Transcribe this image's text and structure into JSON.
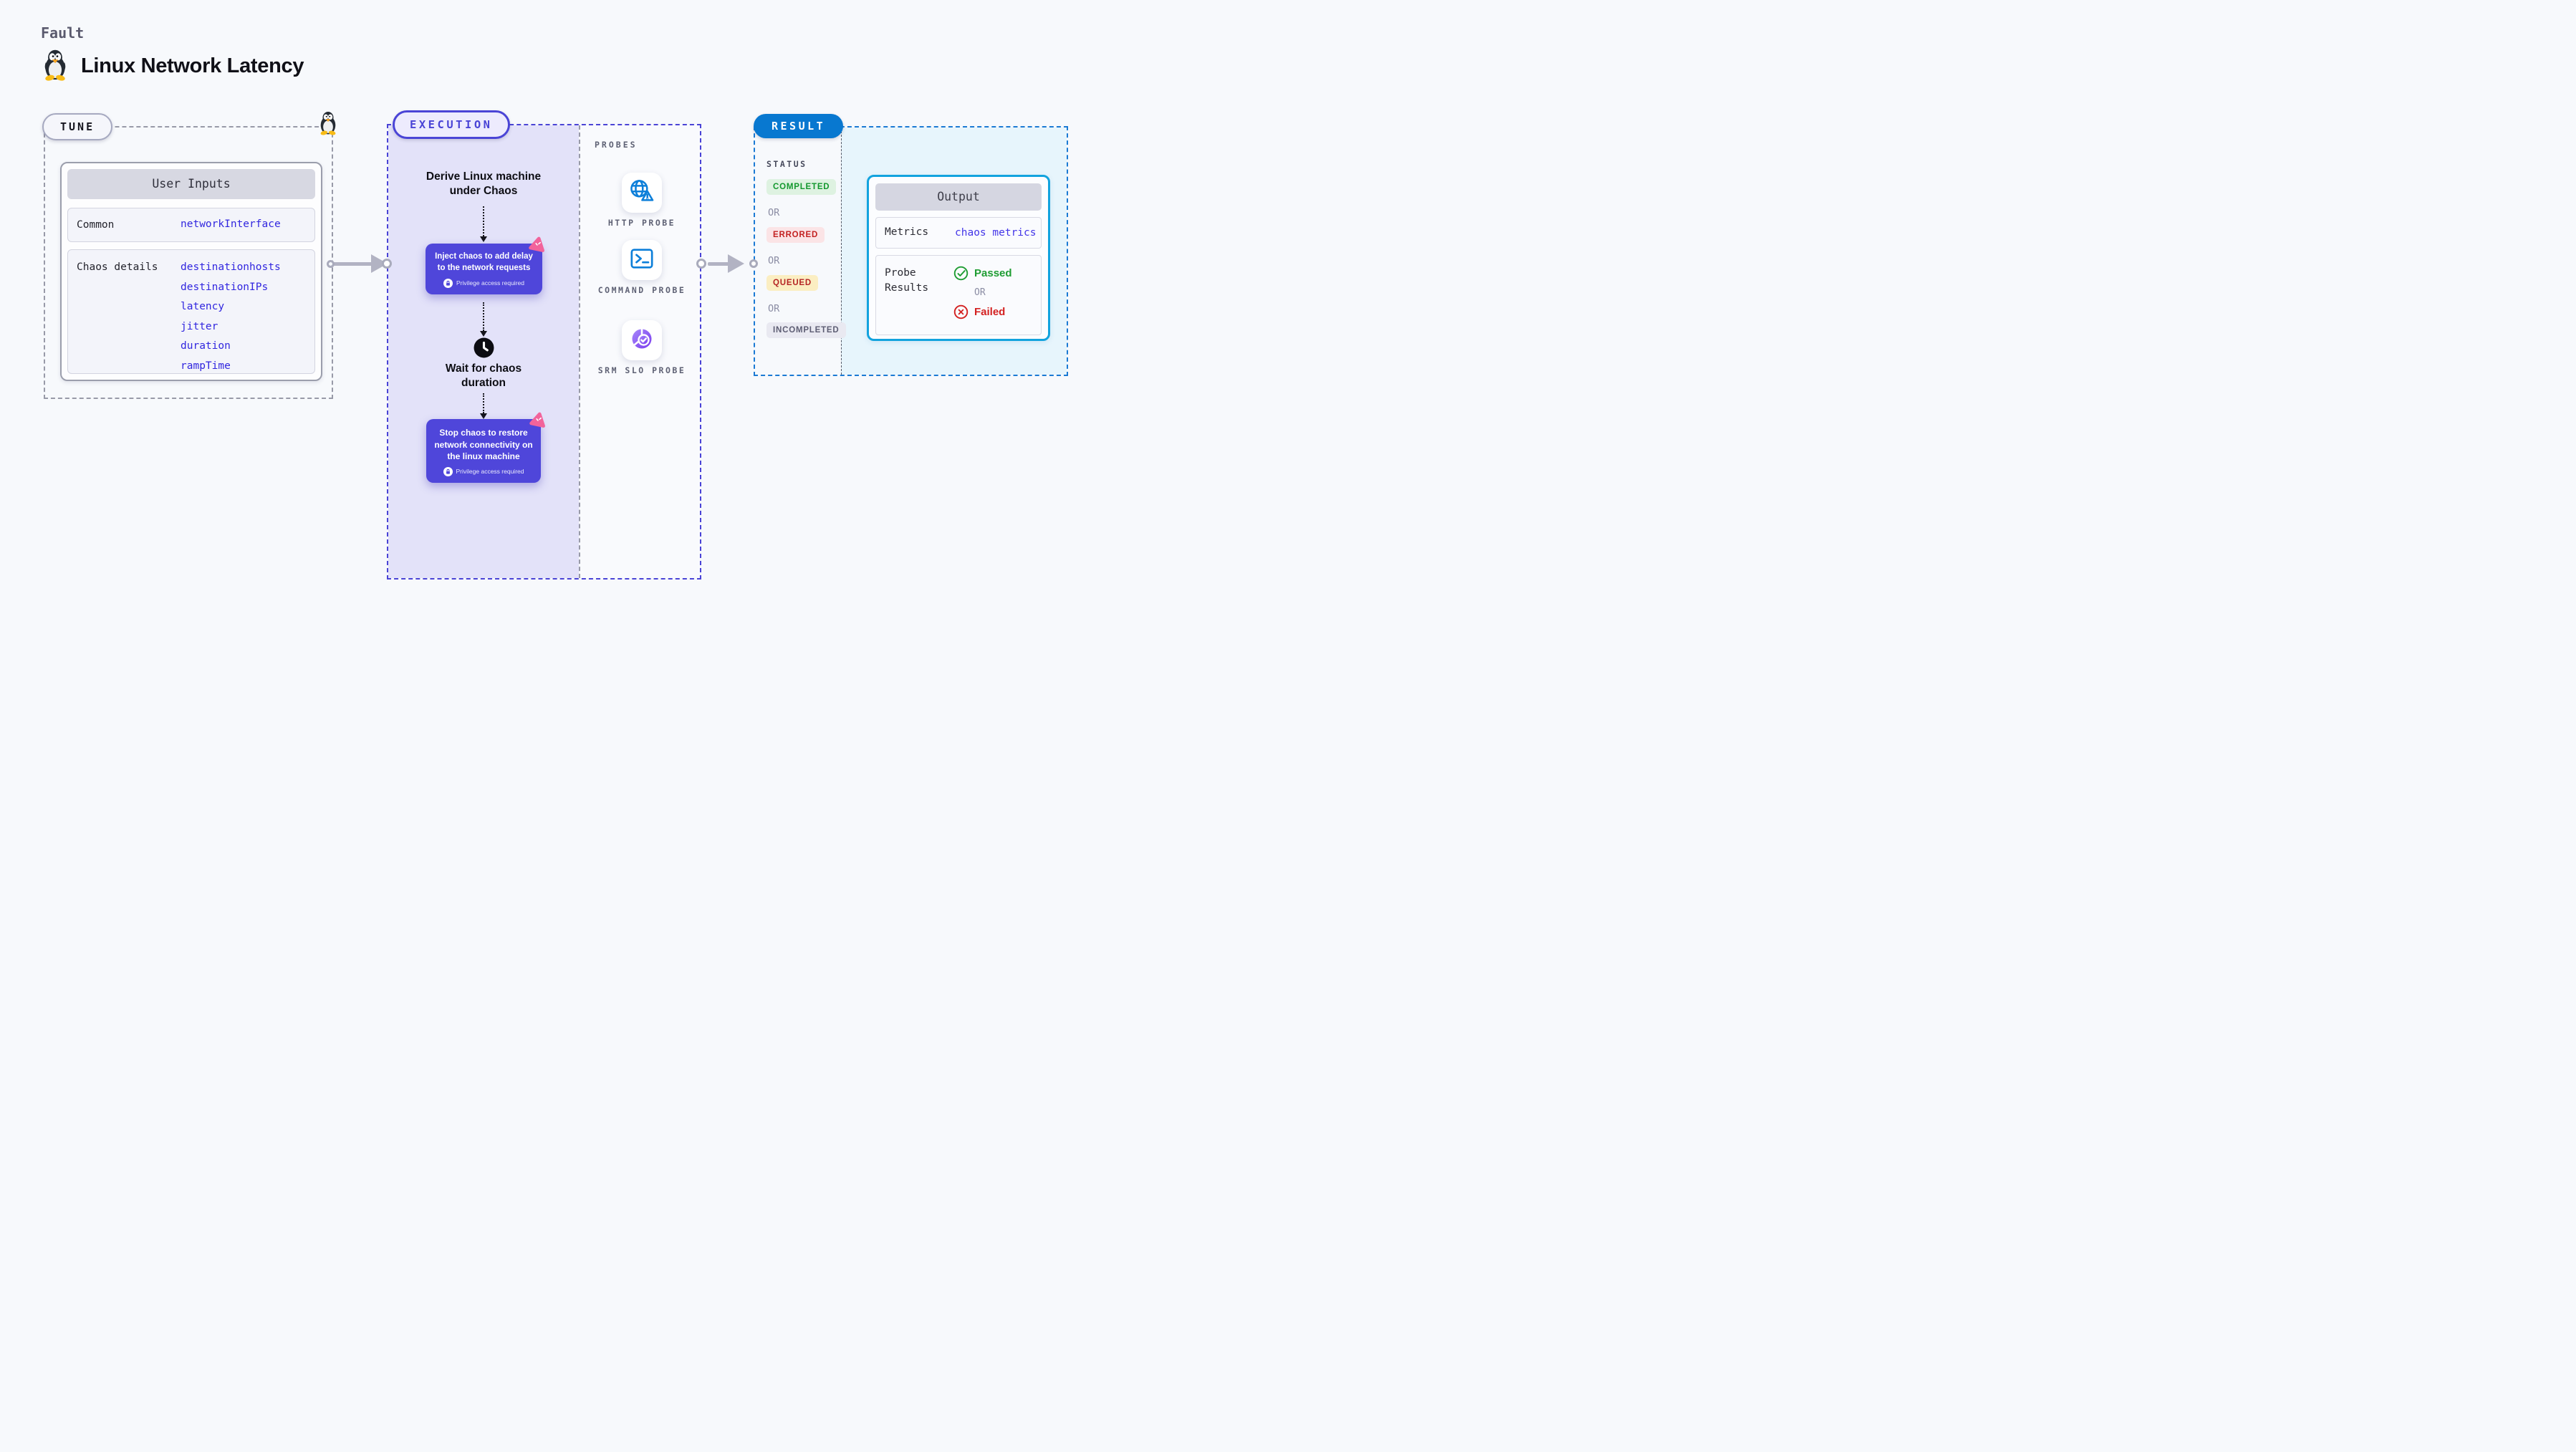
{
  "header": {
    "kicker": "Fault",
    "title": "Linux Network Latency",
    "icon": "linux-penguin"
  },
  "tune": {
    "pill": "TUNE",
    "table_header": "User Inputs",
    "rows": [
      {
        "label": "Common",
        "values": [
          "networkInterface"
        ]
      },
      {
        "label": "Chaos details",
        "values": [
          "destinationhosts",
          "destinationIPs",
          "latency",
          "jitter",
          "duration",
          "rampTime"
        ]
      }
    ]
  },
  "execution": {
    "pill": "EXECUTION",
    "start_label": "Derive Linux machine under Chaos",
    "wait_label": "Wait for chaos duration",
    "nodes": [
      {
        "text": "Inject chaos to add delay to the network requests",
        "badge": "Privilege access required"
      },
      {
        "text": "Stop chaos to restore network connectivity on the linux machine",
        "badge": "Privilege access required"
      }
    ]
  },
  "probes": {
    "label": "PROBES",
    "items": [
      {
        "name": "HTTP PROBE",
        "icon": "globe-alert-icon"
      },
      {
        "name": "COMMAND PROBE",
        "icon": "terminal-icon"
      },
      {
        "name": "SRM SLO PROBE",
        "icon": "slo-gauge-icon"
      }
    ]
  },
  "result": {
    "pill": "RESULT",
    "status_label": "STATUS",
    "or": "OR",
    "statuses": [
      {
        "label": "COMPLETED",
        "bg": "#def2e1",
        "color": "#13982e"
      },
      {
        "label": "ERRORED",
        "bg": "#fbe4e6",
        "color": "#c32121"
      },
      {
        "label": "QUEUED",
        "bg": "#fbeec2",
        "color": "#b52424"
      },
      {
        "label": "INCOMPLETED",
        "bg": "#e9e9f1",
        "color": "#5d5d73"
      }
    ],
    "output": {
      "header": "Output",
      "metrics_label": "Metrics",
      "metrics_value": "chaos metrics",
      "probe_results_label": "Probe Results",
      "passed": "Passed",
      "or": "OR",
      "failed": "Failed"
    }
  },
  "colors": {
    "page_bg": "#f7f9fc",
    "accent_indigo": "#4a44d6",
    "node_indigo": "#4f46da",
    "lavender_fill": "#e3e2f9",
    "accent_pink": "#f2639b",
    "result_blue": "#0878d0",
    "result_dash_blue": "#1b7ad4",
    "cyan_fill": "#e7f5fc",
    "output_border": "#12a3de",
    "value_blue": "#3126df",
    "probe_icon_blue": "#0d7fd9",
    "slo_purple": "#7a3bee",
    "passed_green": "#1f9d33",
    "failed_red": "#d32121",
    "arrow_gray": "#b2b3c3"
  }
}
